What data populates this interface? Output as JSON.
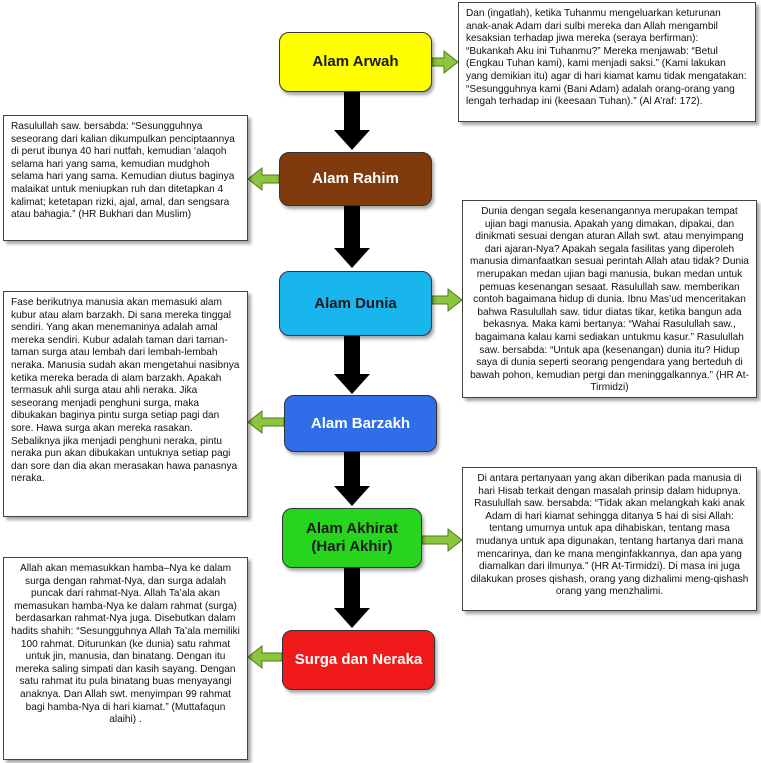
{
  "stages": {
    "arwah": {
      "label": "Alam Arwah",
      "color": "#ffff00",
      "text_color": "#1a1a1a"
    },
    "rahim": {
      "label": "Alam Rahim",
      "color": "#7f3a0e",
      "text_color": "#ffffff"
    },
    "dunia": {
      "label": "Alam Dunia",
      "color": "#18b6ec",
      "text_color": "#1a1a1a"
    },
    "barzakh": {
      "label": "Alam Barzakh",
      "color": "#2f6ee8",
      "text_color": "#ffffff"
    },
    "akhirat": {
      "label": "Alam Akhirat\n(Hari Akhir)",
      "color": "#27d51e",
      "text_color": "#1a1a1a"
    },
    "surga": {
      "label": "Surga dan Neraka",
      "color": "#f01a1a",
      "text_color": "#ffffff"
    }
  },
  "notes": {
    "arwah": "Dan (ingatlah), ketika Tuhanmu mengeluarkan keturunan anak-anak Adam dari sulbi mereka dan Allah mengambil kesaksian terhadap jiwa mereka (seraya berfirman): “Bukankah Aku ini Tuhanmu?” Mereka menjawab: “Betul (Engkau Tuhan kami), kami menjadi saksi.” (Kami lakukan yang demikian itu) agar di hari kiamat kamu tidak mengatakan: “Sesungguhnya kami (Bani Adam) adalah orang-orang yang lengah terhadap ini (keesaan Tuhan).” (Al A’raf: 172).",
    "rahim": "Rasulullah saw. bersabda: “Sesungguhnya seseorang dari kalian dikumpulkan penciptaannya di perut ibunya 40 hari nutfah, kemudian ‘alaqoh selama hari yang sama, kemudian mudghoh selama hari yang sama. Kemudian diutus baginya malaikat untuk meniupkan ruh dan ditetapkan 4 kalimat; ketetapan rizki, ajal, amal, dan sengsara atau bahagia.” (HR Bukhari dan Muslim)",
    "dunia": "Dunia dengan segala kesenangannya merupakan tempat ujian bagi manusia. Apakah yang dimakan, dipakai, dan dinikmati sesuai dengan aturan Allah swt. atau menyimpang dari ajaran-Nya? Apakah segala fasilitas yang diperoleh manusia dimanfaatkan sesuai perintah Allah atau tidak? Dunia merupakan medan ujian bagi manusia, bukan medan untuk pemuas kesenangan sesaat. Rasulullah saw. memberikan contoh bagaimana hidup di dunia. Ibnu Mas’ud menceritakan bahwa Rasulullah saw. tidur diatas tikar, ketika bangun ada bekasnya. Maka kami bertanya: “Wahai Rasulullah saw., bagaimana kalau kami sediakan untukmu kasur.” Rasulullah saw. bersabda: “Untuk apa (kesenangan) dunia itu? Hidup saya di dunia seperti seorang pengendara yang berteduh di bawah pohon, kemudian pergi dan meninggalkannya.” (HR At-Tirmidzi)",
    "barzakh": "Fase berikutnya manusia akan memasuki alam kubur atau alam barzakh. Di sana mereka tinggal sendiri. Yang akan menemaninya adalah amal mereka sendiri. Kubur adalah taman dari taman-taman surga atau lembah dari lembah-lembah neraka. Manusia sudah akan mengetahui nasibnya ketika mereka berada di alam barzakh. Apakah termasuk ahli surga atau ahli neraka. Jika seseorang menjadi penghuni surga, maka dibukakan baginya pintu surga setiap pagi dan sore. Hawa surga akan mereka rasakan. Sebaliknya jika menjadi penghuni neraka, pintu neraka pun akan dibukakan untuknya setiap pagi dan sore dan dia akan merasakan hawa panasnya neraka.",
    "akhirat": "Di antara pertanyaan yang akan diberikan pada manusia di hari Hisab terkait dengan masalah prinsip dalam hidupnya. Rasulullah saw. bersabda: “Tidak akan melangkah kaki anak Adam di hari kiamat sehingga ditanya 5 hai di sisi Allah: tentang umurnya untuk apa dihabiskan, tentang masa mudanya untuk apa digunakan, tentang hartanya dari mana mencarinya, dan ke mana menginfakkannya, dan apa yang diamalkan dari ilmunya.” (HR At-Tirmidzi). Di masa ini juga dilakukan proses qishash, orang yang dizhalimi meng-qishash orang yang menzhalimi.",
    "surga": "Allah akan memasukkan hamba–Nya ke dalam surga dengan rahmat-Nya, dan surga adalah puncak dari rahmat-Nya. Allah Ta’ala akan memasukan hamba-Nya ke dalam rahmat (surga) berdasarkan rahmat-Nya juga. Disebutkan dalam hadits shahih: “Sesungguhnya Allah Ta’ala memiliki 100 rahmat. Diturunkan (ke dunia) satu rahmat untuk jin, manusia, dan binatang. Dengan itu mereka saling simpati dan kasih sayang. Dengan satu rahmat itu pula binatang buas menyayangi anaknya. Dan Allah swt. menyimpan 99 rahmat bagi hamba-Nya di hari kiamat.” (Muttafaqun alaihi) ."
  },
  "colors": {
    "down_arrow": "#000000",
    "side_arrow": "#8cc63f",
    "side_arrow_border": "#4f7a1a"
  }
}
